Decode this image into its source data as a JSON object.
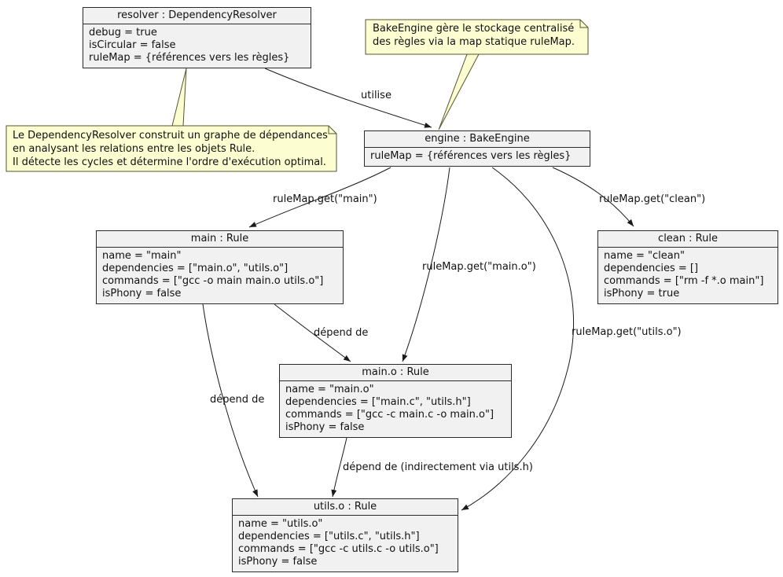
{
  "palette": {
    "background": "#FFFFFF",
    "node_fill": "#F1F1F1",
    "node_border": "#2A2A2A",
    "note_fill": "#FDFDD2",
    "edge_color": "#1A1A1A",
    "text": "#111111"
  },
  "objects": {
    "resolver": {
      "title": "resolver : DependencyResolver",
      "attrs": [
        "debug = true",
        "isCircular = false",
        "ruleMap = {références vers les règles}"
      ]
    },
    "engine": {
      "title": "engine : BakeEngine",
      "attrs": [
        "ruleMap = {références vers les règles}"
      ]
    },
    "main": {
      "title": "main : Rule",
      "attrs": [
        "name = \"main\"",
        "dependencies = [\"main.o\", \"utils.o\"]",
        "commands = [\"gcc -o main main.o utils.o\"]",
        "isPhony = false"
      ]
    },
    "clean": {
      "title": "clean : Rule",
      "attrs": [
        "name = \"clean\"",
        "dependencies = []",
        "commands = [\"rm -f *.o main\"]",
        "isPhony = true"
      ]
    },
    "main_o": {
      "title": "main.o : Rule",
      "attrs": [
        "name = \"main.o\"",
        "dependencies = [\"main.c\", \"utils.h\"]",
        "commands = [\"gcc -c main.c -o main.o\"]",
        "isPhony = false"
      ]
    },
    "utils_o": {
      "title": "utils.o : Rule",
      "attrs": [
        "name = \"utils.o\"",
        "dependencies = [\"utils.c\", \"utils.h\"]",
        "commands = [\"gcc -c utils.c -o utils.o\"]",
        "isPhony = false"
      ]
    }
  },
  "notes": {
    "engine_note": {
      "lines": [
        "BakeEngine gère le stockage centralisé",
        "des règles via la map statique ruleMap."
      ]
    },
    "resolver_note": {
      "lines": [
        "Le DependencyResolver construit un graphe de dépendances",
        "en analysant les relations entre les objets Rule.",
        "Il détecte les cycles et détermine l'ordre d'exécution optimal."
      ]
    }
  },
  "edges": {
    "utilise": {
      "label": "utilise"
    },
    "get_main": {
      "label": "ruleMap.get(\"main\")"
    },
    "get_clean": {
      "label": "ruleMap.get(\"clean\")"
    },
    "get_main_o": {
      "label": "ruleMap.get(\"main.o\")"
    },
    "get_utils_o": {
      "label": "ruleMap.get(\"utils.o\")"
    },
    "dep_main_main_o": {
      "label": "dépend de"
    },
    "dep_main_utils_o": {
      "label": "dépend de"
    },
    "dep_main_o_utils_o": {
      "label": "dépend de (indirectement via utils.h)"
    }
  }
}
